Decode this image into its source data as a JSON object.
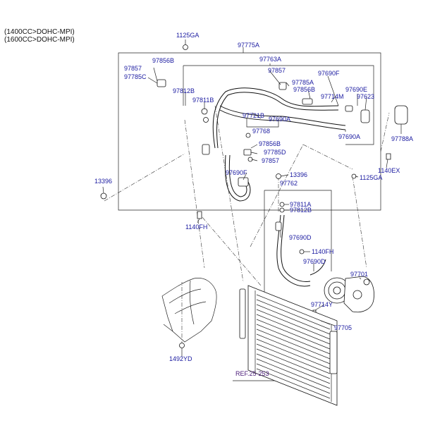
{
  "header": {
    "line1": "(1400CC>DOHC-MPI)",
    "line2": "(1600CC>DOHC-MPI)"
  },
  "labels": {
    "l1125ga_top": "1125GA",
    "l97775a": "97775A",
    "l97856b_a": "97856B",
    "l97763a": "97763A",
    "l97857_a": "97857",
    "l97785c": "97785C",
    "l97857_b": "97857",
    "l97785a": "97785A",
    "l97690f_top": "97690F",
    "l97812b_a": "97812B",
    "l97856b_b": "97856B",
    "l97690e": "97690E",
    "l97811b": "97811B",
    "l97714m": "97714M",
    "l97623": "97623",
    "l97721b": "97721B",
    "l97690a_a": "97690A",
    "l97768": "97768",
    "l97690a_b": "97690A",
    "l97788a": "97788A",
    "l97856b_c": "97856B",
    "l97785d": "97785D",
    "l97857_c": "97857",
    "l1140ex": "1140EX",
    "l13396_left": "13396",
    "l97690f_b": "97690F",
    "l13396_mid": "13396",
    "l1125ga_right": "1125GA",
    "l97762": "97762",
    "l97811a": "97811A",
    "l97812b_b": "97812B",
    "l1140fh_a": "1140FH",
    "l97690d_a": "97690D",
    "l1140fh_b": "1140FH",
    "l97690d_b": "97690D",
    "l97701": "97701",
    "l97714y": "97714Y",
    "l97705": "97705",
    "l1492yd": "1492YD",
    "ref": "REF.25-253"
  },
  "colors": {
    "label": "#1a1aa0",
    "ref": "#4b1d7a",
    "line": "#222222"
  }
}
